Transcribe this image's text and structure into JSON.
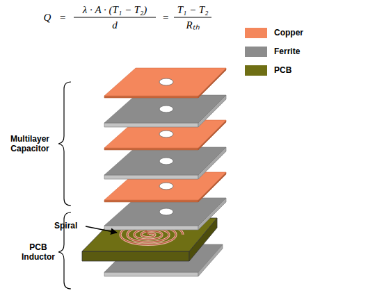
{
  "diagram": {
    "labels": [
      "Q",
      "=",
      "λ · A · (T₁ − T₂)",
      "d",
      "=",
      "T₁ − T₂",
      "Rₜₕ",
      "Multilayer Capacitor",
      "Spiral",
      "PCB Inductor"
    ],
    "legend": [
      {
        "text": "Copper",
        "color": "#f4875c"
      },
      {
        "text": "Ferrite",
        "color": "#8c8c8c"
      },
      {
        "text": "PCB",
        "color": "#6f6f14"
      }
    ]
  }
}
